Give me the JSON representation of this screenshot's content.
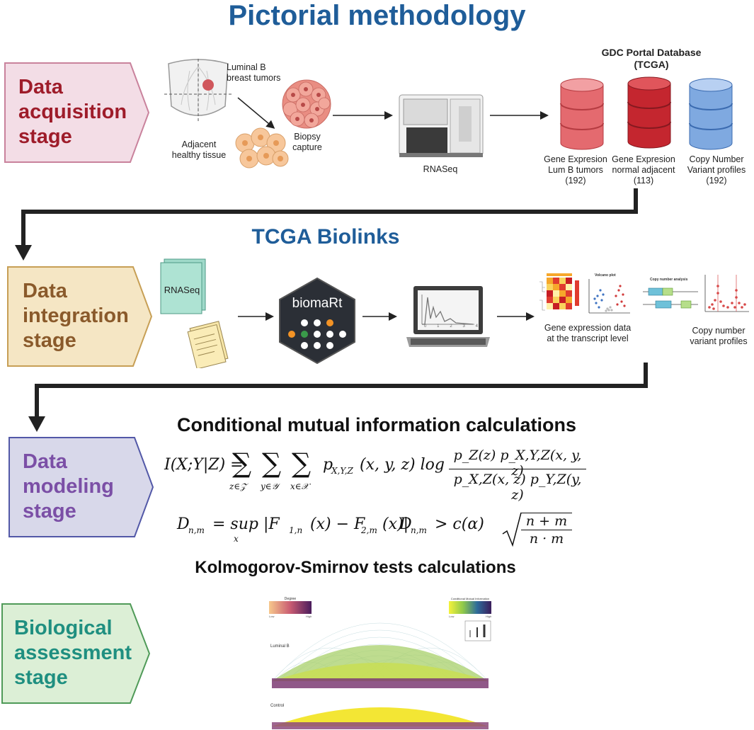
{
  "title": "Pictorial methodology",
  "stages": [
    {
      "lines": [
        "Data",
        "acquisition",
        "stage"
      ],
      "fill": "#f3dde6",
      "stroke": "#c9829c",
      "text_color": "#9e1c2a"
    },
    {
      "lines": [
        "Data",
        "integration",
        "stage"
      ],
      "fill": "#f5e6c4",
      "stroke": "#c79f55",
      "text_color": "#8a5a2b"
    },
    {
      "lines": [
        "Data",
        "modeling",
        "stage"
      ],
      "fill": "#d8d8ea",
      "stroke": "#5258a7",
      "text_color": "#7b4fa6"
    },
    {
      "lines": [
        "Biological",
        "assessment",
        "stage"
      ],
      "fill": "#dcefd6",
      "stroke": "#4f9a58",
      "text_color": "#1f8f80"
    }
  ],
  "acquisition": {
    "tumor_label": [
      "Luminal B",
      "breast tumors"
    ],
    "healthy_label": [
      "Adjacent",
      "healthy tissue"
    ],
    "biopsy_label": [
      "Biopsy",
      "capture"
    ],
    "rnaseq_label": "RNASeq",
    "db_title": [
      "GDC Portal Database",
      "(TCGA)"
    ],
    "databases": [
      {
        "lines": [
          "Gene Expresion",
          "Lum B tumors",
          "(192)"
        ],
        "color": "#d9454e"
      },
      {
        "lines": [
          "Gene Expresion",
          "normal adjacent",
          "(113)"
        ],
        "color": "#c3242e"
      },
      {
        "lines": [
          "Copy Number",
          "Variant profiles",
          "(192)"
        ],
        "color": "#5b8fd1"
      }
    ]
  },
  "integration": {
    "heading": "TCGA Biolinks",
    "doc_label": "RNASeq",
    "biomart_label": "biomaRt",
    "laptop_ticks": [
      "0",
      "1",
      "2",
      "3",
      "4"
    ],
    "volcano_title": "Volcano plot",
    "cnv_title": "Copy number analysis",
    "expression_caption": [
      "Gene expression data",
      "at the transcript level"
    ],
    "cnv_caption": [
      "Copy number",
      "variant profiles"
    ]
  },
  "modeling": {
    "heading": "Conditional mutual information calculations",
    "cmi_lhs": "I(X;Y|Z) =",
    "sum_z": "z∈𝒵",
    "sum_y": "y∈𝒴",
    "sum_x": "x∈𝒳",
    "joint": "p",
    "joint_sub": "X,Y,Z",
    "joint_args": "(x, y, z) log",
    "numerator": "p_Z(z) p_X,Y,Z(x, y, z)",
    "denominator": "p_X,Z(x, z) p_Y,Z(y, z)",
    "ks_lhs": "D",
    "ks_lhs_sub": "n,m",
    "ks_eq": "= sup |F",
    "ks_sup_sub": "x",
    "ks_f1_sub": "1,n",
    "ks_mid": "(x) − F",
    "ks_f2_sub": "2,m",
    "ks_end": "(x)|",
    "ks2_lhs": "D",
    "ks2_sub": "n,m",
    "ks2_rel": "> c(α)",
    "ks2_num": "n + m",
    "ks2_den": "n · m",
    "ks_heading": "Kolmogorov-Smirnov tests calculations"
  },
  "assessment": {
    "degree_title": "Degree",
    "degree_low": "Low",
    "degree_high": "High",
    "cmi_title": "Conditional Mutual Information",
    "cmi_low": "Low",
    "cmi_high": "High",
    "luminal_label": "Luminal B",
    "control_label": "Control"
  }
}
